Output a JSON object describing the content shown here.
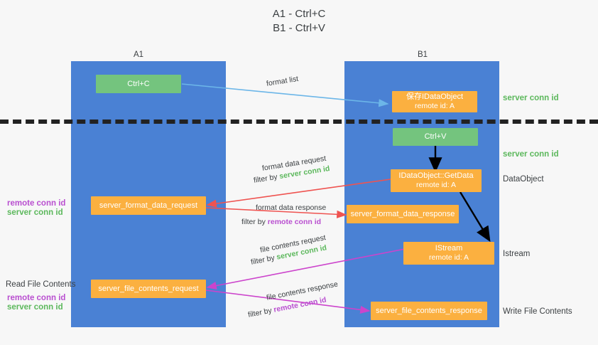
{
  "title": "A1 - Ctrl+C\nB1 - Ctrl+V",
  "columns": [
    {
      "name": "A1",
      "role": "remote"
    },
    {
      "name": "B1",
      "role": "connection"
    }
  ],
  "colors": {
    "lane": "#4a81d4",
    "green_box": "#74c47e",
    "orange_box": "#fbb040",
    "server_conn": "#5cb85c",
    "remote_conn": "#b94fd0",
    "red_arrow": "#ef5350",
    "magenta_arrow": "#cc44cc",
    "blue_arrow": "#6cb6e8",
    "black_arrow": "#000000",
    "divider": "#222222",
    "background": "#f7f7f7"
  },
  "nodes": {
    "ctrl_c": {
      "label": "Ctrl+C"
    },
    "save_idataobject": {
      "line1": "保存IDataObject",
      "line2": "remote id: A"
    },
    "ctrl_v": {
      "label": "Ctrl+V"
    },
    "getdata": {
      "line1": "IDataObject::GetData",
      "line2": "remote id: A"
    },
    "istream": {
      "line1": "IStream",
      "line2": "remote id: A"
    },
    "server_format_data_request": {
      "label": "server_format_data_request"
    },
    "server_format_data_response": {
      "label": "server_format_data_response"
    },
    "server_file_contents_request": {
      "label": "server_file_contents_request"
    },
    "server_file_contents_response": {
      "label": "server_file_contents_response"
    }
  },
  "right_labels": {
    "server_conn_top": "server conn id",
    "server_conn_mid": "server conn id",
    "dataobject": "DataObject",
    "istream": "Istream",
    "write_file_contents": "Write File Contents"
  },
  "left_labels": {
    "remote_conn_1": "remote conn id",
    "server_conn_1": "server conn id",
    "read_file_contents": "Read File Contents",
    "remote_conn_2": "remote conn id",
    "server_conn_2": "server conn id"
  },
  "arrow_labels": {
    "format_list": "format list",
    "format_data_request": "format data request",
    "format_data_request_filter_prefix": "filter by ",
    "format_data_request_filter_value": "server conn id",
    "format_data_response": "format data response",
    "format_data_response_filter_prefix": "filter by ",
    "format_data_response_filter_value": "remote conn id",
    "file_contents_request": "file contents request",
    "file_contents_request_filter_prefix": "filter by ",
    "file_contents_request_filter_value": "server conn id",
    "file_contents_response": "file contents response",
    "file_contents_response_filter_prefix": "filter by ",
    "file_contents_response_filter_value": "remote conn id"
  }
}
